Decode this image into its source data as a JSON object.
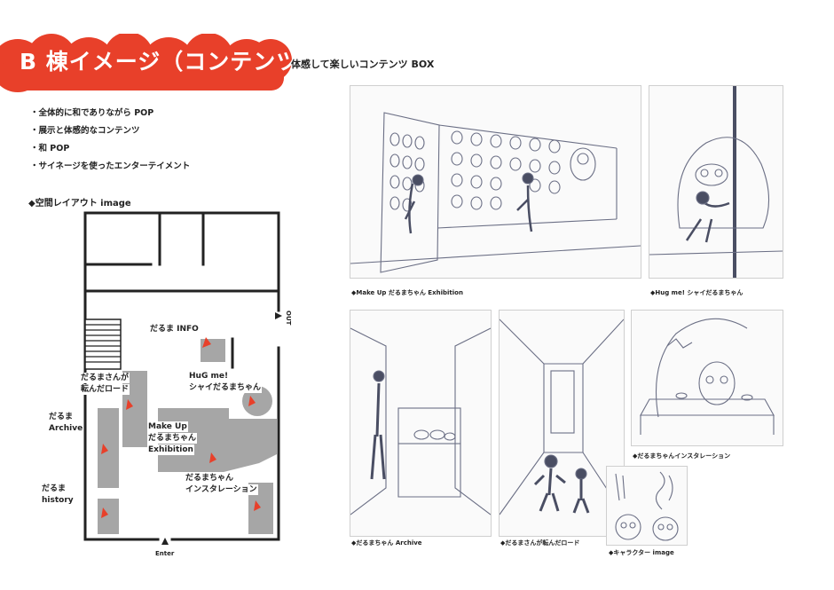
{
  "header": {
    "title": "B 棟イメージ（コンテンツ）",
    "subtitle": "体感して楽しいコンテンツ BOX"
  },
  "bullets": [
    "・全体的に和でありながら POP",
    "・展示と体感的なコンテンツ",
    "・和 POP",
    "・サイネージを使ったエンターテイメント"
  ],
  "layout": {
    "heading": "◆空間レイアウト image",
    "labels": {
      "info": "だるま INFO",
      "hug_line1": "HuG me!",
      "hug_line2": "シャイだるまちゃん",
      "road_line1": "だるまさんが",
      "road_line2": "転んだロード",
      "archive_line1": "だるま",
      "archive_line2": "Archive",
      "makeup_line1": "Make Up",
      "makeup_line2": "だるまちゃん",
      "makeup_line3": "Exhibition",
      "install_line1": "だるまちゃん",
      "install_line2": "インスタレーション",
      "history_line1": "だるま",
      "history_line2": "history",
      "out": "OUT",
      "enter": "Enter"
    }
  },
  "sketches": {
    "makeup": "◆Make Up だるまちゃん Exhibition",
    "hug": "◆Hug me! シャイだるまちゃん",
    "archive": "◆だるまちゃん Archive",
    "road": "◆だるまさんが転んだロード",
    "install": "◆だるまちゃんインスタレーション",
    "character": "◆キャラクター image"
  },
  "colors": {
    "accent": "#e8402a",
    "booth": "#a6a6a6",
    "wall": "#222222",
    "sketch_line": "#6b6f85"
  }
}
